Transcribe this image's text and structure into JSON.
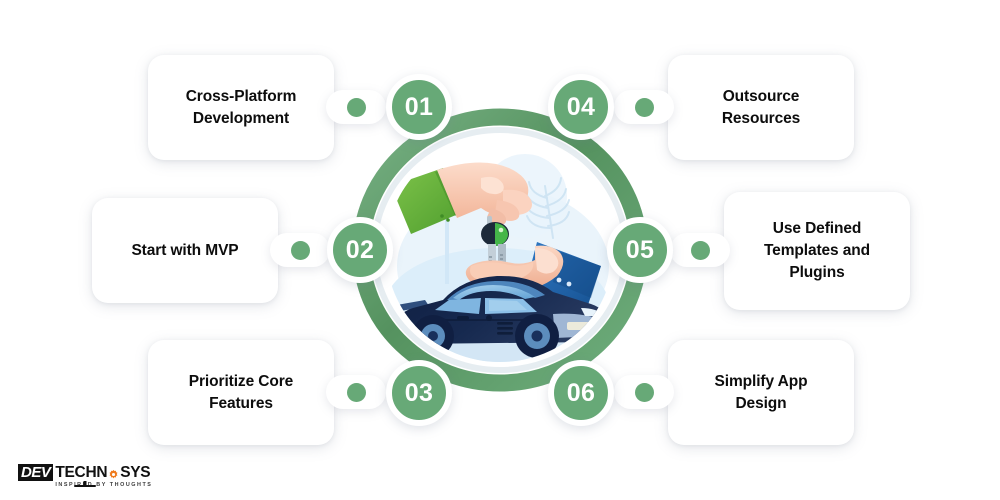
{
  "meta": {
    "title": "Tips infographic with 6 numbered steps around a central car key handover illustration",
    "background_color": "#ffffff",
    "accent_green": "#67a977",
    "ring_green": "#5f9e70",
    "text_color": "#0d0d0d"
  },
  "steps": [
    {
      "number": "01",
      "label": "Cross-Platform\nDevelopment",
      "side": "left"
    },
    {
      "number": "02",
      "label": "Start with MVP",
      "side": "left"
    },
    {
      "number": "03",
      "label": "Prioritize Core\nFeatures",
      "side": "left"
    },
    {
      "number": "04",
      "label": "Outsource\nResources",
      "side": "right"
    },
    {
      "number": "05",
      "label": "Use Defined\nTemplates and\nPlugins",
      "side": "right"
    },
    {
      "number": "06",
      "label": "Simplify App\nDesign",
      "side": "right"
    }
  ],
  "center_illustration": {
    "description": "Hand dropping a green car key fob with two keys into an open upturned palm, dark navy sports car below, light blue palm leaf behind",
    "colors": {
      "sleeve_green": "#5bb03c",
      "sleeve_blue": "#1c5fa8",
      "skin": "#f6c4ab",
      "key_fob_green": "#45b649",
      "car_body": "#14244a",
      "car_window": "#7fb5e0",
      "leaf_blue": "#cfe3f4",
      "backdrop_blue": "#e7f2fb"
    }
  },
  "logo": {
    "mark_text": "DEV",
    "word_part_1": "TECHN",
    "word_part_2": "SYS",
    "gear_icon": "gear-icon",
    "gear_color": "#f07c1f",
    "tagline": "INSPIRED BY THOUGHTS"
  }
}
